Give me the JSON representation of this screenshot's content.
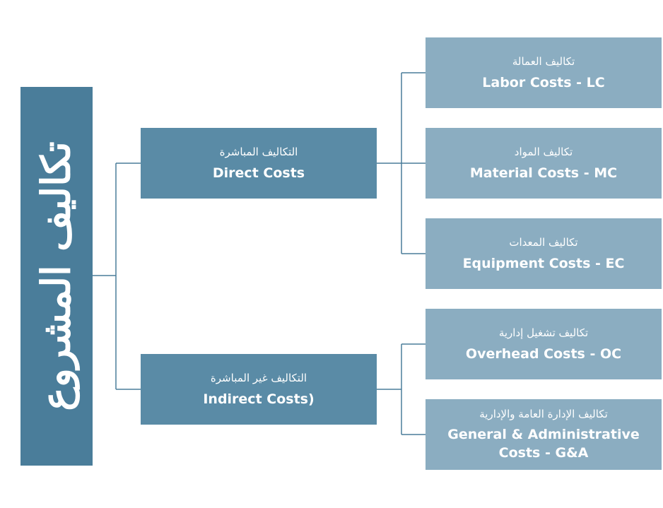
{
  "root": {
    "title": "تكاليف المشروع"
  },
  "direct": {
    "ar": "التكاليف المباشرة",
    "en": "Direct Costs"
  },
  "indirect": {
    "ar": "التكاليف غير المباشرة",
    "en": "Indirect Costs)"
  },
  "labor": {
    "ar": "تكاليف العمالة",
    "en": "Labor Costs - LC"
  },
  "material": {
    "ar": "تكاليف المواد",
    "en": "Material Costs - MC"
  },
  "equipment": {
    "ar": "تكاليف المعدات",
    "en": "Equipment Costs - EC"
  },
  "overhead": {
    "ar": "تكاليف تشغيل إدارية",
    "en": "Overhead Costs - OC"
  },
  "ga": {
    "ar": "تكاليف الإدارة العامة والإدارية",
    "en_line1": "General & Administrative",
    "en_line2": "Costs - G&A"
  },
  "colors": {
    "root": "#4a7d9a",
    "mid": "#5a8ba6",
    "leaf": "#8badc1",
    "connector": "#4a7d9a",
    "text": "#ffffff"
  }
}
